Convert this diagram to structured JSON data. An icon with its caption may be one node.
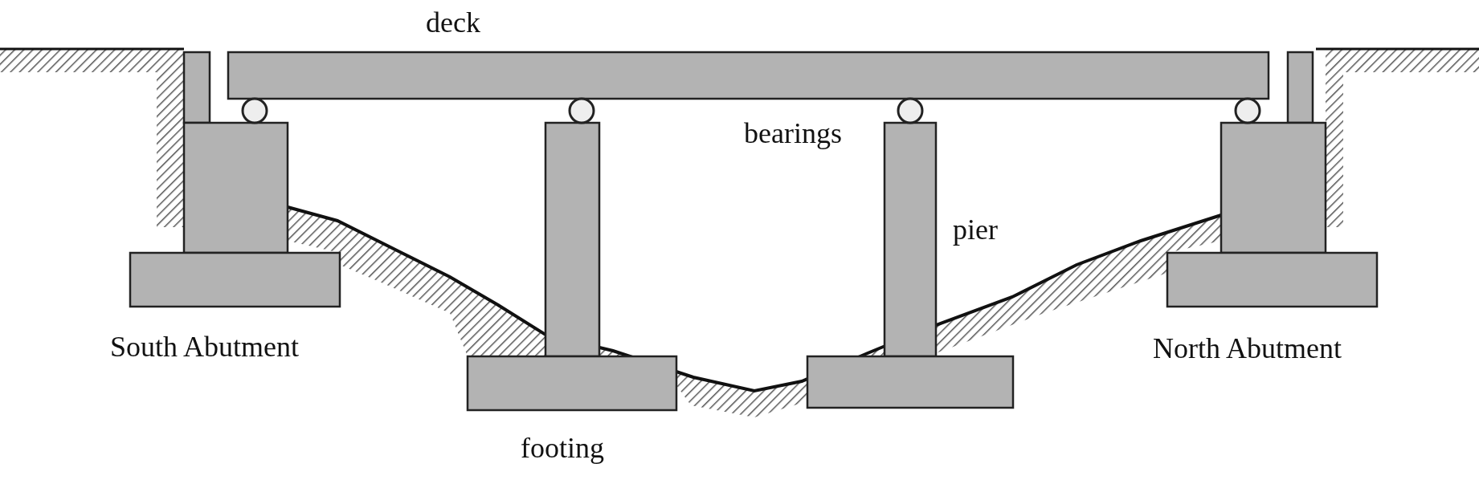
{
  "diagram": {
    "labels": [
      "deck",
      "bearings",
      "pier",
      "South Abutment",
      "North Abutment",
      "footing"
    ]
  }
}
